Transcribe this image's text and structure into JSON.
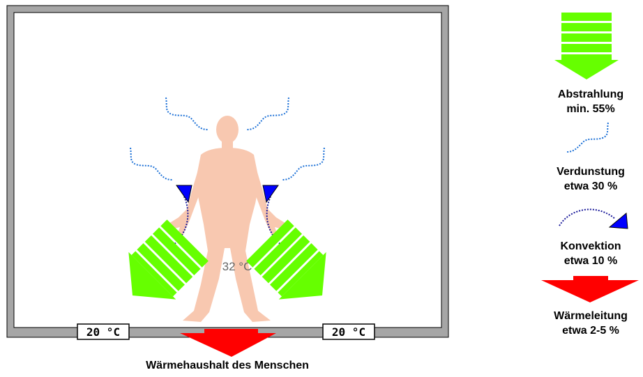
{
  "title": "Wärmehaushalt des Menschen",
  "scene": {
    "body_temperature": "32 °C",
    "floor_temperature_left": "20 °C",
    "floor_temperature_right": "20 °C"
  },
  "legend": [
    {
      "id": "abstrahlung",
      "line1": "Abstrahlung",
      "line2": "min. 55%",
      "icon": "green-striped-arrow-icon"
    },
    {
      "id": "verdunstung",
      "line1": "Verdunstung",
      "line2": "etwa 30 %",
      "icon": "dotted-wave-icon"
    },
    {
      "id": "konvektion",
      "line1": "Konvektion",
      "line2": "etwa 10 %",
      "icon": "curved-dotted-arrow-icon"
    },
    {
      "id": "waermeleitung",
      "line1": "Wärmeleitung",
      "line2": "etwa 2-5 %",
      "icon": "red-arrow-icon"
    }
  ],
  "colors": {
    "radiation": "#66ff00",
    "evaporation": "#1a6fd6",
    "convection": "#0000ff",
    "convection_line": "#1a1a9a",
    "conduction": "#ff0000",
    "skin": "#f8c8b0",
    "wall": "#a6a6a6"
  }
}
